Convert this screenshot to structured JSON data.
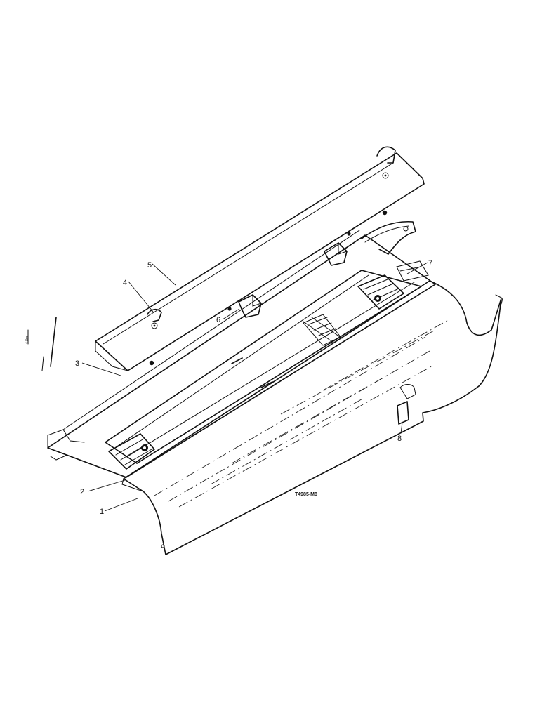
{
  "callouts": [
    "1",
    "2",
    "3",
    "4",
    "5",
    "6",
    "7",
    "8"
  ],
  "reference_number": "T4985-M8",
  "side_mark": "4 8ml"
}
